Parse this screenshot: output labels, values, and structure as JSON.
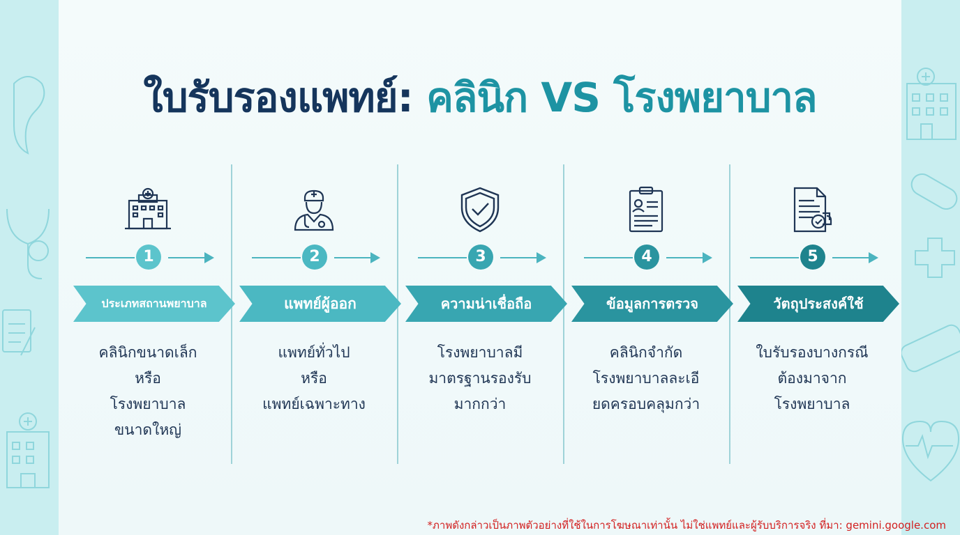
{
  "title": {
    "part1": "ใบรับรองแพทย์: ",
    "part2": "คลินิก VS โรงพยาบาล"
  },
  "steps": [
    {
      "number": "1",
      "icon": "hospital-building-icon",
      "banner": "ประเภทสถานพยาบาล",
      "lines": [
        "คลินิกขนาดเล็ก",
        "หรือ",
        "โรงพยาบาล",
        "ขนาดใหญ่"
      ]
    },
    {
      "number": "2",
      "icon": "doctor-icon",
      "banner": "แพทย์ผู้ออก",
      "lines": [
        "แพทย์ทั่วไป",
        "หรือ",
        "แพทย์เฉพาะทาง"
      ]
    },
    {
      "number": "3",
      "icon": "shield-check-icon",
      "banner": "ความน่าเชื่อถือ",
      "lines": [
        "โรงพยาบาลมี",
        "มาตรฐานรองรับ",
        "มากกว่า"
      ]
    },
    {
      "number": "4",
      "icon": "clipboard-icon",
      "banner": "ข้อมูลการตรวจ",
      "lines": [
        "คลินิกจำกัด",
        "โรงพยาบาลละเอี",
        "ยดครอบคลุมกว่า"
      ]
    },
    {
      "number": "5",
      "icon": "certificate-stamp-icon",
      "banner": "วัตถุประสงค์ใช้",
      "lines": [
        "ใบรับรองบางกรณี",
        "ต้องมาจาก",
        "โรงพยาบาล"
      ]
    }
  ],
  "footer": "*ภาพดังกล่าวเป็นภาพตัวอย่างที่ใช้ในการโฆษณาเท่านั้น ไม่ใช่แพทย์และผู้รับบริการจริง ที่มา: gemini.google.com",
  "colors": {
    "title_dark": "#15355c",
    "title_accent": "#1d93a3",
    "step_colors": [
      "#5cc4cc",
      "#4bb8c2",
      "#38a6b1",
      "#2a949f",
      "#1e838d"
    ],
    "footer": "#d21f1f"
  }
}
